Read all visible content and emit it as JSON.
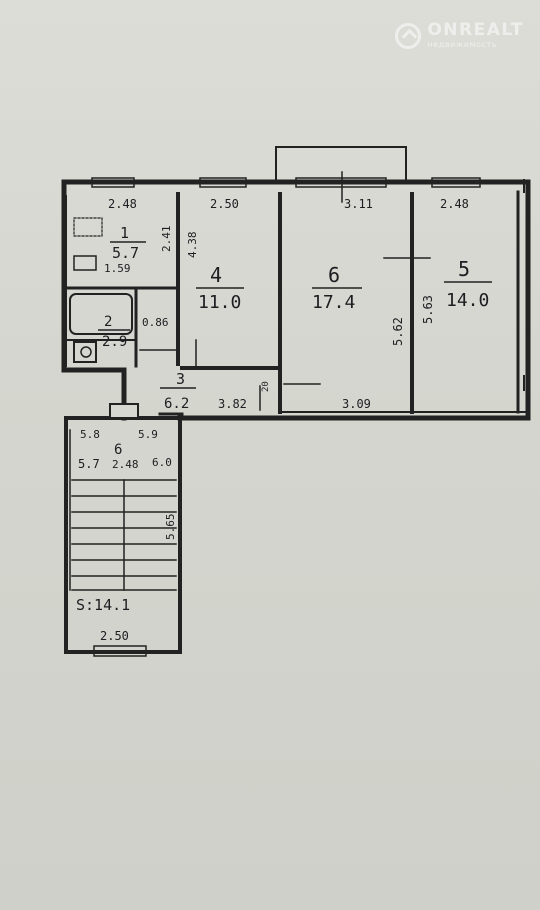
{
  "watermark": {
    "brand": "ONREALT",
    "tagline": "недвижимость",
    "logo": "house-circle-icon"
  },
  "plan": {
    "rooms": [
      {
        "number": "1",
        "area": "5.7"
      },
      {
        "number": "2",
        "area": "2.9"
      },
      {
        "number": "3",
        "area": "6.2"
      },
      {
        "number": "4",
        "area": "11.0"
      },
      {
        "number": "6",
        "area": "17.4"
      },
      {
        "number": "5",
        "area": "14.0"
      }
    ],
    "stair_area": "S:14.1",
    "dimensions": {
      "kitchen_width": "2.48",
      "room4_width": "2.50",
      "room6_width": "3.11",
      "room5_width": "2.48",
      "kitchen_depth": "2.41",
      "room4_depth": "4.38",
      "kitchen_sub": "1.59",
      "bath_width": "0.86",
      "hall_width": "3.82",
      "room6_bottom": "3.09",
      "hall_small": "20",
      "room6_depth": "5.62",
      "room5_depth": "5.63",
      "stair_tl": "5.8",
      "stair_tr": "5.9",
      "stair_ml": "5.7",
      "stair_mid": "2.48",
      "stair_mr": "6.0",
      "stair_letter": "6",
      "stair_depth": "5.65",
      "stair_bottom": "2.50"
    }
  }
}
